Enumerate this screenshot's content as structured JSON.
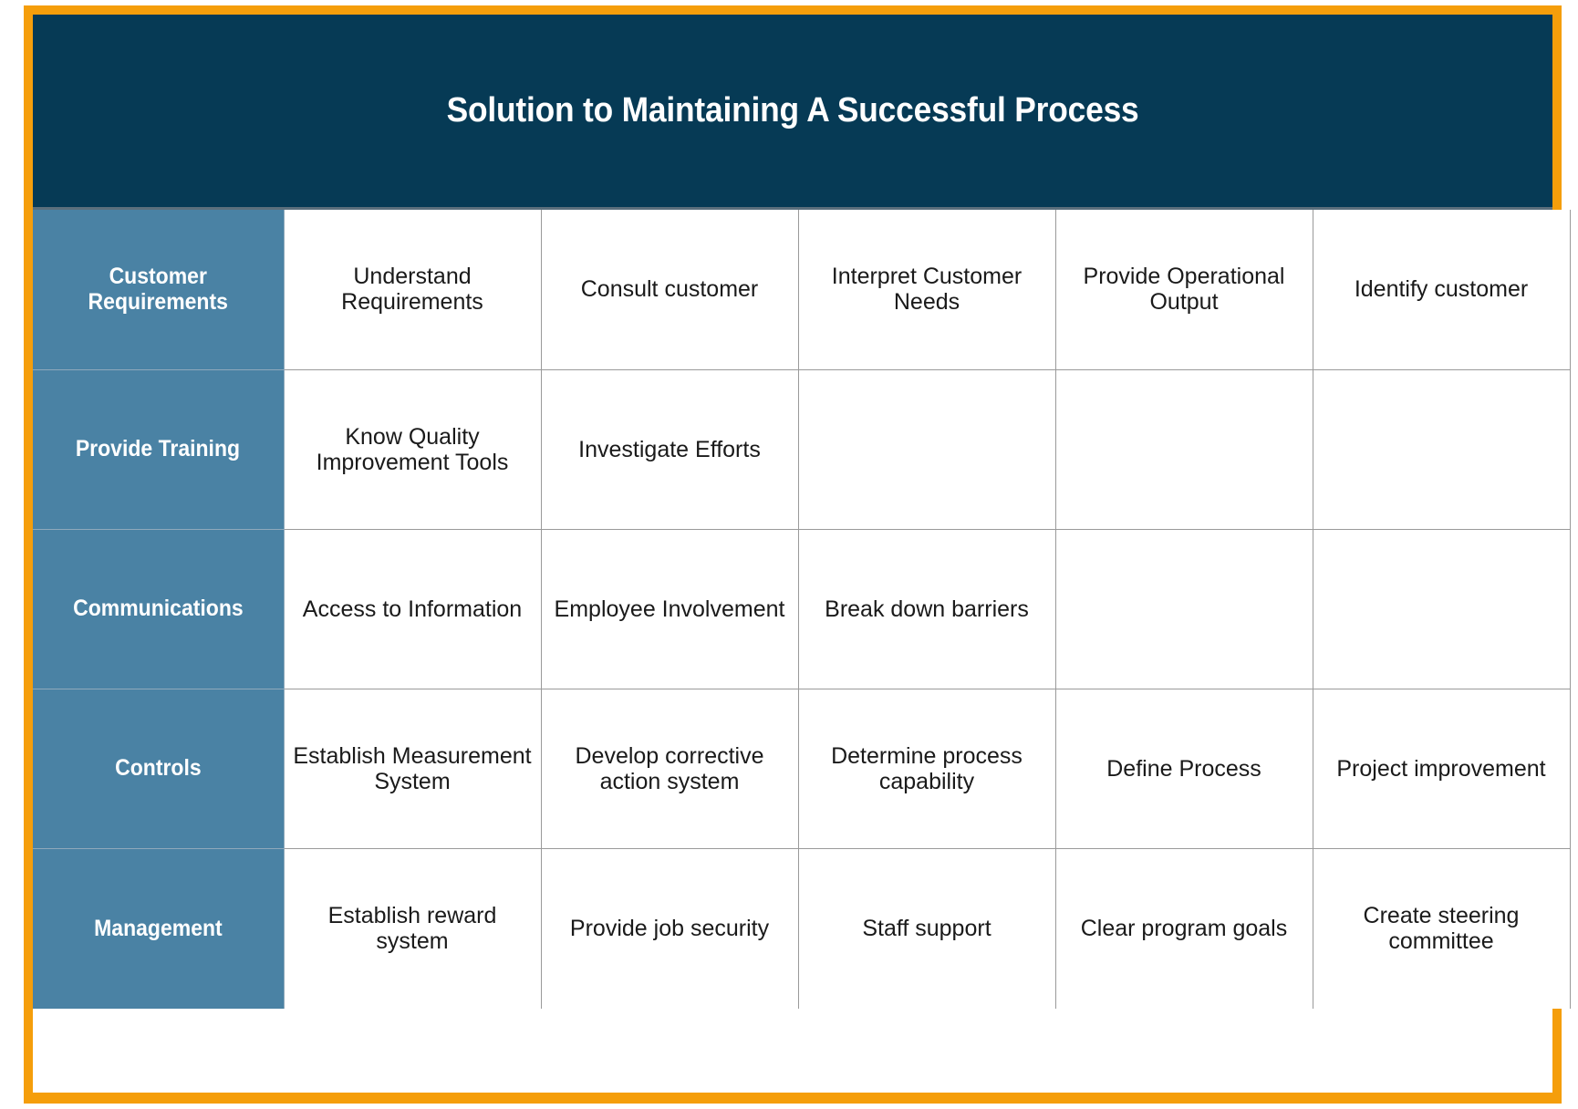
{
  "slide": {
    "title": "Solution to Maintaining A Successful Process",
    "accent_border_color": "#F59E0B",
    "banner_color": "#063A55",
    "row_header_color": "#4A82A4",
    "cell_border_color": "#9A9A9A",
    "cell_background": "#FFFFFF",
    "title_color": "#FFFFFF"
  },
  "matrix": {
    "rows": [
      {
        "label": "Customer Requirements",
        "cells": [
          "Understand Requirements",
          "Consult customer",
          "Interpret Customer Needs",
          "Provide Operational Output",
          "Identify customer"
        ]
      },
      {
        "label": "Provide Training",
        "cells": [
          "Know Quality Improvement Tools",
          "Investigate Efforts",
          "",
          "",
          ""
        ]
      },
      {
        "label": "Communications",
        "cells": [
          "Access to Information",
          "Employee Involvement",
          "Break down barriers",
          "",
          ""
        ]
      },
      {
        "label": "Controls",
        "cells": [
          "Establish Measurement System",
          "Develop corrective action system",
          "Determine process capability",
          "Define Process",
          "Project improvement"
        ]
      },
      {
        "label": "Management",
        "cells": [
          "Establish reward system",
          "Provide job security",
          "Staff support",
          "Clear program goals",
          "Create steering committee"
        ]
      }
    ]
  }
}
